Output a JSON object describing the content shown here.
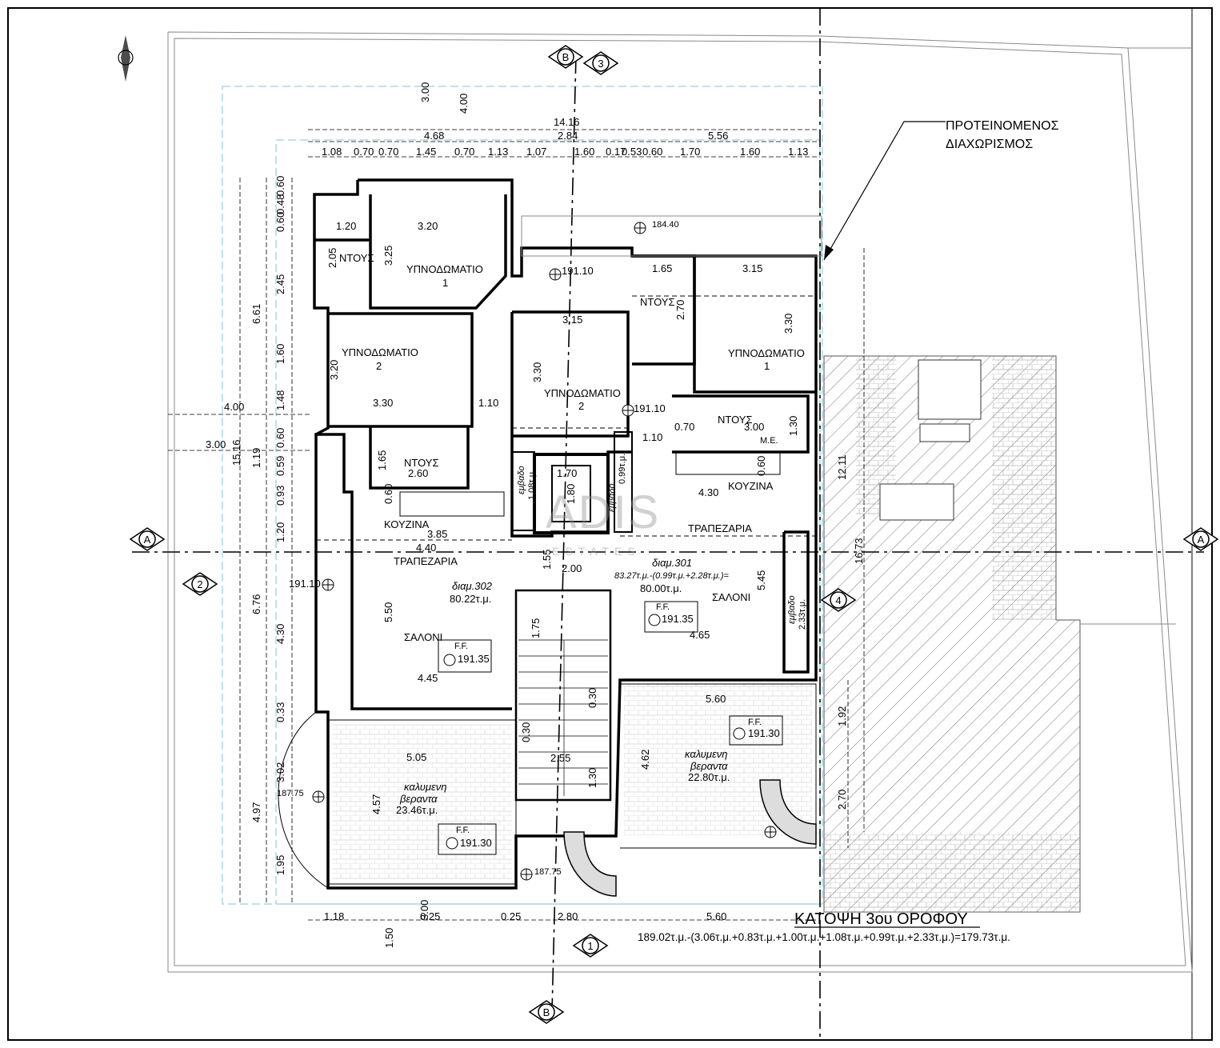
{
  "section_markers": {
    "A": "A",
    "B": "B"
  },
  "axis_markers": {
    "one": "1",
    "two": "2",
    "three": "3",
    "four": "4"
  },
  "proposed_division": {
    "line1": "ΠΡΟΤΕΙΝΟΜΕΝΟΣ",
    "line2": "ΔΙΑΧΩΡΙΣΜΟΣ"
  },
  "watermark": {
    "brand": "ADIS",
    "sub": "ESTATES"
  },
  "rooms": {
    "bedroom": "ΥΠΝΟΔΩΜΑΤΙΟ",
    "bedroom_1": "1",
    "bedroom_2": "2",
    "shower": "ΝΤΟΥΣ",
    "kitchen": "ΚΟΥΖΙΝΑ",
    "dining": "ΤΡΑΠΕΖΑΡΙΑ",
    "living": "ΣΑΛΟΝΙ",
    "me": "Μ.Ε."
  },
  "apartments": {
    "apt302_name": "διαμ.302",
    "apt302_area": "80.22τ.μ.",
    "apt301_name": "διαμ.301",
    "apt301_calc": "83.27τ.μ.-(0.99τ.μ.+2.28τ.μ.)=",
    "apt301_area": "80.00τ.μ."
  },
  "verandas": {
    "label1": "καλυμενη",
    "label2": "βεραντα",
    "left_area": "23.46τ.μ.",
    "right_area": "22.80τ.μ."
  },
  "shafts": {
    "label": "εμβαδο",
    "a1": "1.08τ.μ.",
    "a2": "0.99τ.μ.",
    "a3": "2.33τ.μ."
  },
  "levels": {
    "ff": "F.F.",
    "l191_35": "191.35",
    "l191_30": "191.30",
    "l191_10": "191.10",
    "l187_75": "187.75",
    "l184_40": "184.40"
  },
  "dims_top": {
    "d1416": "14.16",
    "d468": "4.68",
    "d284": "2.84",
    "d556": "5.56",
    "d108": "1.08",
    "d070a": "0.70",
    "d070b": "0.70",
    "d145": "1.45",
    "d070c": "0.70",
    "d113a": "1.13",
    "d107": "1.07",
    "d160a": "1.60",
    "d017": "0.17",
    "d053": "0.53",
    "d060": "0.60",
    "d170": "1.70",
    "d160b": "1.60",
    "d113b": "1.13",
    "v300": "3.00",
    "v400": "4.00"
  },
  "dims_left": {
    "d060a": "0.60",
    "d048": "0.48",
    "d060b": "0.60",
    "d245": "2.45",
    "d661": "6.61",
    "d160": "1.60",
    "d148": "1.48",
    "d1516": "15.16",
    "d060c": "0.60",
    "d119": "1.19",
    "d059": "0.59",
    "d093": "0.93",
    "d120": "1.20",
    "d676": "6.76",
    "d430": "4.30",
    "d033": "0.33",
    "d497": "4.97",
    "d302": "3.02",
    "d195": "1.95",
    "h400": "4.00",
    "h300": "3.00"
  },
  "dims_inner": {
    "i120": "1.20",
    "i320a": "3.20",
    "i325": "3.25",
    "i205": "2.05",
    "i320b": "3.20",
    "i330a": "3.30",
    "i110a": "1.10",
    "i165a": "1.65",
    "i260": "2.60",
    "i060a": "0.60",
    "i385": "3.85",
    "i440": "4.40",
    "i550": "5.50",
    "i445": "4.45",
    "i155": "1.55",
    "i200": "2.00",
    "i170": "1.70",
    "i180": "1.80",
    "i175": "1.75",
    "i030a": "0.30",
    "i030b": "0.30",
    "i255": "2.55",
    "i130a": "1.30",
    "i315a": "3.15",
    "i330b": "3.30",
    "i110b": "1.10",
    "i165b": "1.65",
    "i270": "2.70",
    "i315b": "3.15",
    "i330c": "3.30",
    "i070": "0.70",
    "i300": "3.00",
    "i130b": "1.30",
    "i060b": "0.60",
    "i430": "4.30",
    "i545": "5.45",
    "i465": "4.65",
    "i560a": "5.60",
    "i505": "5.05",
    "i457": "4.57",
    "i462": "4.62"
  },
  "dims_right": {
    "r1211": "12.11",
    "r1673": "16.73",
    "r192": "1.92",
    "r270": "2.70"
  },
  "dims_bottom": {
    "b118": "1.18",
    "b025a": "0.25",
    "b025b": "0.25",
    "b280": "2.80",
    "b560": "5.60",
    "b300": "3.00",
    "b150": "1.50"
  },
  "title_block": {
    "title": "ΚΑΤΟΨΗ 3ου ΟΡΟΦΟΥ",
    "formula": "189.02τ.μ.-(3.06τ.μ.+0.83τ.μ.+1.00τ.μ.+1.08τ.μ.+0.99τ.μ.+2.33τ.μ.)=179.73τ.μ."
  }
}
